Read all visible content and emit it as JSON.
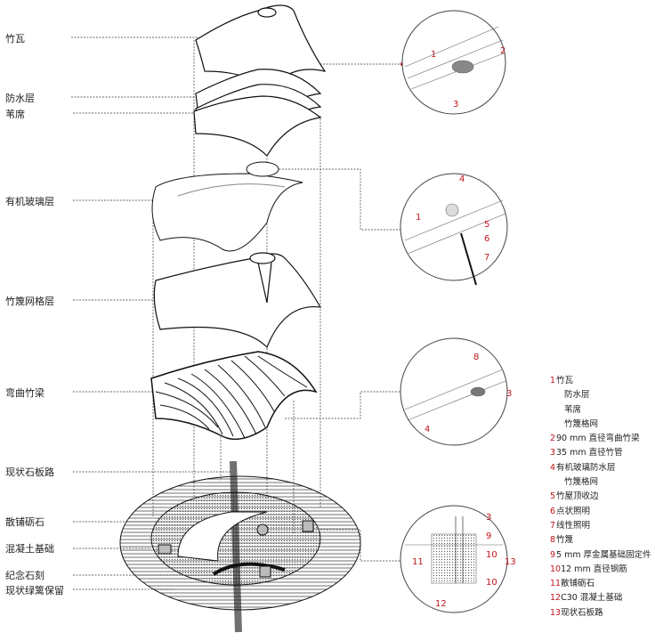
{
  "layer_labels": [
    "竹瓦",
    "防水层",
    "苇席",
    "有机玻璃层",
    "竹篾网格层",
    "弯曲竹梁",
    "现状石板路",
    "散铺砺石",
    "混凝土基础",
    "纪念石刻",
    "现状绿篱保留"
  ],
  "detail_callouts": {
    "roof_tile": [
      "1",
      "2",
      "3"
    ],
    "edge": [
      "4",
      "1",
      "5",
      "6",
      "7"
    ],
    "beam": [
      "8",
      "3",
      "4"
    ],
    "foundation": [
      "3",
      "9",
      "10",
      "10",
      "11",
      "13",
      "12"
    ]
  },
  "legend": [
    {
      "num": "1",
      "text": "竹瓦"
    },
    {
      "num": "",
      "text": "防水层"
    },
    {
      "num": "",
      "text": "苇席"
    },
    {
      "num": "",
      "text": "竹篾格网"
    },
    {
      "num": "2",
      "text": "90 mm 直径弯曲竹梁"
    },
    {
      "num": "3",
      "text": "35 mm 直径竹管"
    },
    {
      "num": "4",
      "text": "有机玻璃防水层"
    },
    {
      "num": "",
      "text": "竹篾格网"
    },
    {
      "num": "5",
      "text": "竹屋顶收边"
    },
    {
      "num": "6",
      "text": "点状照明"
    },
    {
      "num": "7",
      "text": "线性照明"
    },
    {
      "num": "8",
      "text": "竹篾"
    },
    {
      "num": "9",
      "text": "5 mm 厚金属基础固定件"
    },
    {
      "num": "10",
      "text": "12 mm 直径钢筋"
    },
    {
      "num": "11",
      "text": "散铺砺石"
    },
    {
      "num": "12",
      "text": "C30 混凝土基础"
    },
    {
      "num": "13",
      "text": "现状石板路"
    }
  ],
  "colors": {
    "accent": "#c0141c",
    "line": "#222222"
  }
}
